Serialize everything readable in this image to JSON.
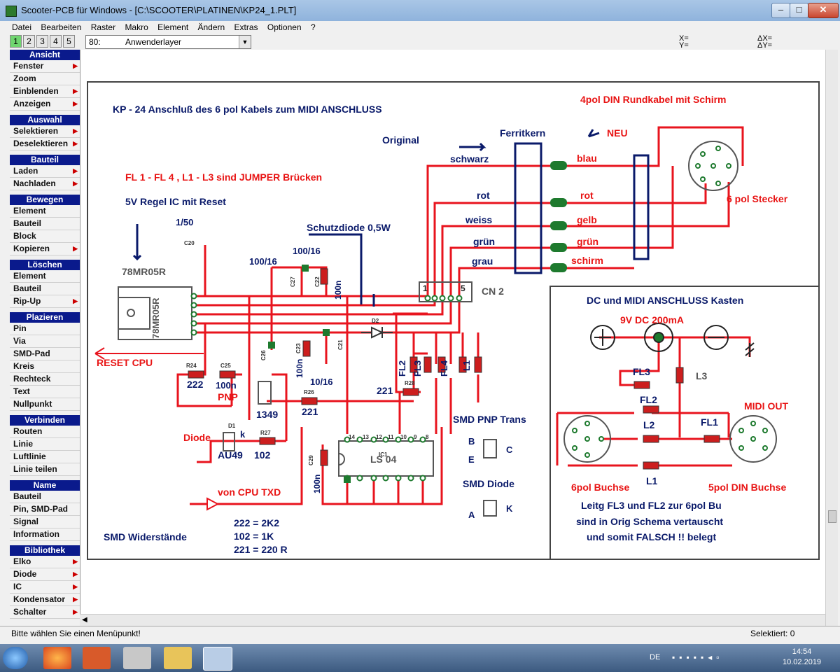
{
  "window": {
    "title": "Scooter-PCB für Windows - [C:\\SCOOTER\\PLATINEN\\KP24_1.PLT]"
  },
  "menu": [
    "Datei",
    "Bearbeiten",
    "Raster",
    "Makro",
    "Element",
    "Ändern",
    "Extras",
    "Optionen",
    "?"
  ],
  "toolbar": {
    "pages": [
      "1",
      "2",
      "3",
      "4",
      "5"
    ],
    "layer_number": "80:",
    "layer_name": "Anwenderlayer",
    "coord_x": "X=",
    "coord_y": "Y=",
    "coord_dx": "ΔX=",
    "coord_dy": "ΔY="
  },
  "sidebar": [
    {
      "title": "Ansicht",
      "items": [
        {
          "label": "Fenster",
          "sub": true
        },
        {
          "label": "Zoom",
          "sub": false
        },
        {
          "label": "Einblenden",
          "sub": true
        },
        {
          "label": "Anzeigen",
          "sub": true
        }
      ]
    },
    {
      "title": "Auswahl",
      "items": [
        {
          "label": "Selektieren",
          "sub": true
        },
        {
          "label": "Deselektieren",
          "sub": true
        }
      ]
    },
    {
      "title": "Bauteil",
      "items": [
        {
          "label": "Laden",
          "sub": true
        },
        {
          "label": "Nachladen",
          "sub": true
        }
      ]
    },
    {
      "title": "Bewegen",
      "items": [
        {
          "label": "Element",
          "sub": false
        },
        {
          "label": "Bauteil",
          "sub": false
        },
        {
          "label": "Block",
          "sub": false
        },
        {
          "label": "Kopieren",
          "sub": true
        }
      ]
    },
    {
      "title": "Löschen",
      "items": [
        {
          "label": "Element",
          "sub": false
        },
        {
          "label": "Bauteil",
          "sub": false
        },
        {
          "label": "Rip-Up",
          "sub": true
        }
      ]
    },
    {
      "title": "Plazieren",
      "items": [
        {
          "label": "Pin",
          "sub": false
        },
        {
          "label": "Via",
          "sub": false
        },
        {
          "label": "SMD-Pad",
          "sub": false
        },
        {
          "label": "Kreis",
          "sub": false
        },
        {
          "label": "Rechteck",
          "sub": false
        },
        {
          "label": "Text",
          "sub": false
        },
        {
          "label": "Nullpunkt",
          "sub": false
        }
      ]
    },
    {
      "title": "Verbinden",
      "items": [
        {
          "label": "Routen",
          "sub": false
        },
        {
          "label": "Linie",
          "sub": false
        },
        {
          "label": "Luftlinie",
          "sub": false
        },
        {
          "label": "Linie teilen",
          "sub": false
        }
      ]
    },
    {
      "title": "Name",
      "items": [
        {
          "label": "Bauteil",
          "sub": false
        },
        {
          "label": "Pin, SMD-Pad",
          "sub": false
        },
        {
          "label": "Signal",
          "sub": false
        },
        {
          "label": "Information",
          "sub": false
        }
      ]
    },
    {
      "title": "Bibliothek",
      "items": [
        {
          "label": "Elko",
          "sub": true
        },
        {
          "label": "Diode",
          "sub": true
        },
        {
          "label": "IC",
          "sub": true
        },
        {
          "label": "Kondensator",
          "sub": true
        },
        {
          "label": "Schalter",
          "sub": true
        }
      ]
    }
  ],
  "schematic": {
    "title": "KP - 24  Anschluß  des 6 pol Kabels zum MIDI ANSCHLUSS",
    "din_title": "4pol DIN Rundkabel mit Schirm",
    "jumper_note": "FL 1 - FL 4 , L1 - L3  sind JUMPER Brücken",
    "regulator_note": "5V Regel IC mit Reset",
    "protect_diode": "Schutzdiode 0,5W",
    "original": "Original",
    "ferrite": "Ferritkern",
    "neu": "NEU",
    "wires_left": [
      "schwarz",
      "rot",
      "weiss",
      "grün",
      "grau"
    ],
    "wires_right": [
      "blau",
      "rot",
      "gelb",
      "grün",
      "schirm"
    ],
    "plug": "6 pol Stecker",
    "cn2": "CN 2",
    "cn2_pin1": "1",
    "cn2_pin5": "5",
    "reg_ic": "78MR05R",
    "cap_1_50": "1/50",
    "cap_100_16a": "100/16",
    "cap_100_16b": "100/16",
    "cap_10_16": "10/16",
    "c20": "C20",
    "c27": "C27",
    "c22": "C22",
    "c23": "C23",
    "c21": "C21",
    "c26": "C26",
    "c25": "C25",
    "c29": "C29",
    "d1": "D1",
    "d2": "D2",
    "r24": "R24",
    "r26": "R26",
    "r27": "R27",
    "r28": "R28",
    "ic1": "IC1",
    "n100_a": "100n",
    "n100_b": "100n",
    "n100_c": "100n",
    "n100_d": "100n",
    "reset_cpu": "RESET CPU",
    "r222": "222",
    "pnp": "PNP",
    "t1349": "1349",
    "r221a": "221",
    "r221b": "221",
    "diode_label": "Diode",
    "diode_k": "k",
    "au49": "AU49",
    "r102": "102",
    "ls04": "LS 04",
    "von_cpu": "von CPU TXD",
    "smd_res_title": "SMD Widerstände",
    "smd_res_lines": [
      "222 = 2K2",
      "102 = 1K",
      "221 = 220 R"
    ],
    "smd_pnp": "SMD PNP Trans",
    "smd_diode": "SMD Diode",
    "pin_b": "B",
    "pin_e": "E",
    "pin_c": "C",
    "pin_a": "A",
    "pin_k": "K",
    "fl_labels": [
      "FL2",
      "FL3",
      "FL4",
      "L1"
    ],
    "ic_pins_top": [
      "14",
      "13",
      "12",
      "11",
      "10",
      "9",
      "8"
    ],
    "dc_box_title": "DC und MIDI ANSCHLUSS Kasten",
    "dc_supply": "9V DC 200mA",
    "fl3": "FL3",
    "l3": "L3",
    "fl2": "FL2",
    "l2": "L2",
    "fl1": "FL1",
    "l1": "L1",
    "midi_out": "MIDI OUT",
    "buchse6": "6pol Buchse",
    "buchse5": "5pol DIN Buchse",
    "note_lines": [
      "Leitg FL3 und FL2 zur 6pol Bu",
      "sind in Orig Schema vertauscht",
      "und somit FALSCH !! belegt"
    ]
  },
  "status": {
    "message": "Bitte wählen Sie einen Menüpunkt!",
    "selected": "Selektiert: 0"
  },
  "taskbar": {
    "lang": "DE",
    "time": "14:54",
    "date": "10.02.2019"
  },
  "colors": {
    "trace": "#e8141e",
    "text_navy": "#0a1a6a",
    "red_text": "#e81414",
    "pad_green": "#1e7a2e",
    "pad_red": "#cc1e1e",
    "sidebar_header": "#0a1a8c"
  }
}
